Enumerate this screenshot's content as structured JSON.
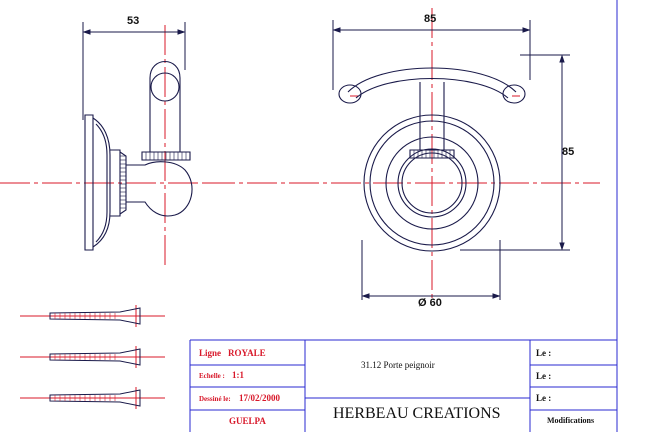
{
  "drawing": {
    "dimensions": {
      "side_width": "53",
      "front_width": "85",
      "front_height": "85",
      "rosette_diameter": "Ø 60"
    }
  },
  "title_block": {
    "ligne_label": "Ligne",
    "ligne_value": "ROYALE",
    "echelle_label": "Echelle :",
    "echelle_value": "1:1",
    "dessine_label": "Dessiné le:",
    "dessine_value": "17/02/2000",
    "author": "GUELPA",
    "reference": "31.12 Porte peignoir",
    "company": "HERBEAU CREATIONS",
    "le_1": "Le :",
    "le_2": "Le :",
    "le_3": "Le :",
    "modifications": "Modifications"
  },
  "colors": {
    "centerline": "#d8182a",
    "outline": "#1a1a4a",
    "frame": "#2a2ad0"
  }
}
